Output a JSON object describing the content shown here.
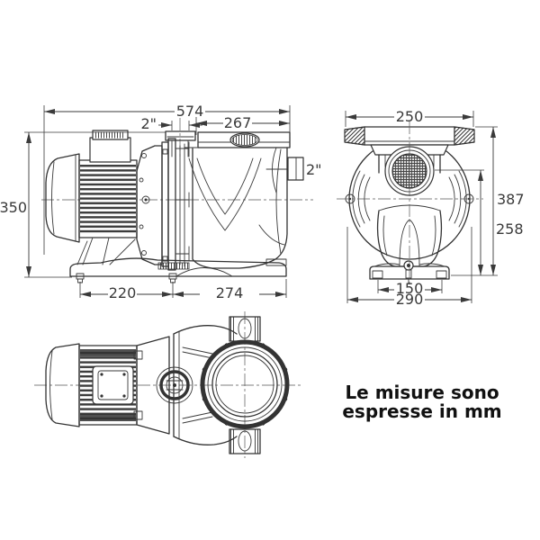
{
  "drawing": {
    "note": {
      "line1": "Le misure sono",
      "line2": "espresse in mm"
    },
    "side_view": {
      "dims": {
        "overall_width": "574",
        "top_port": "2\"",
        "tank_width": "267",
        "overall_height": "350",
        "bolt_span": "220",
        "body_span": "274",
        "side_port": "2\""
      }
    },
    "front_view": {
      "dims": {
        "flange_width": "250",
        "overall_height": "387",
        "inlet_center_height": "258",
        "foot_span": "150",
        "body_width": "290"
      }
    },
    "colors": {
      "line": "#333333",
      "dim_text": "#3a3a3a",
      "note_text": "#111111",
      "background": "#ffffff"
    }
  }
}
